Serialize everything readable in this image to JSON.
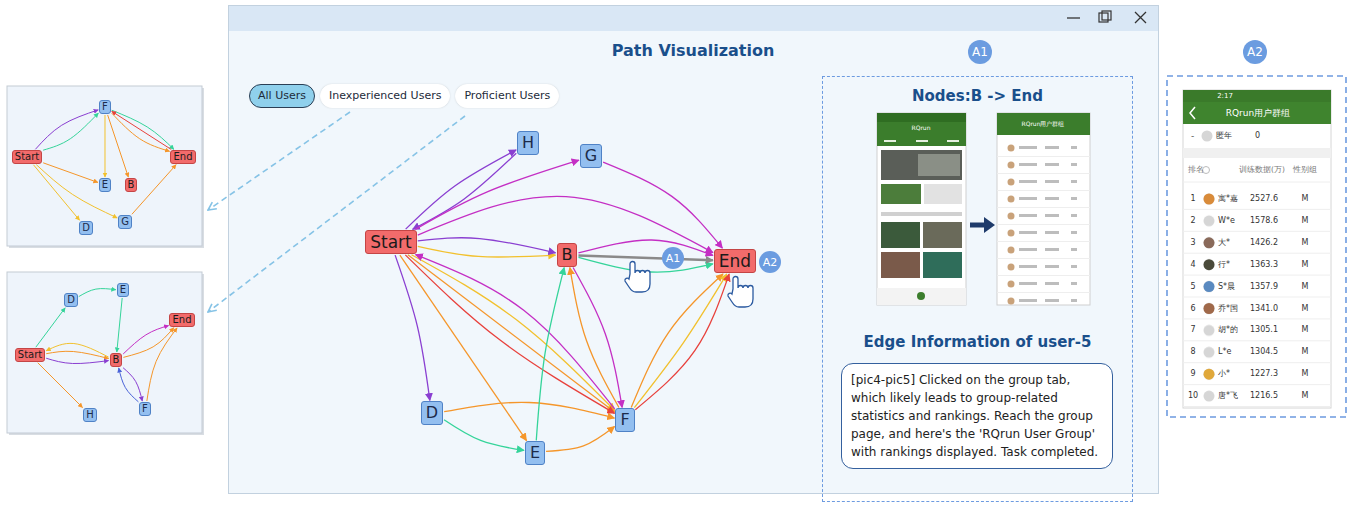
{
  "diagram": {
    "title": "Path Visualization",
    "nodes": [
      {
        "text": [
          "F"
        ]
      },
      {
        "text": [
          "Start"
        ]
      },
      {
        "text": [
          "End"
        ]
      },
      {
        "text": [
          "E"
        ]
      },
      {
        "text": [
          "B"
        ]
      },
      {
        "text": [
          "G"
        ]
      },
      {
        "text": [
          "D"
        ]
      },
      {
        "text": [
          "D"
        ]
      },
      {
        "text": [
          "E"
        ]
      },
      {
        "text": [
          "End"
        ]
      },
      {
        "text": [
          "Start"
        ]
      },
      {
        "text": [
          "B"
        ]
      },
      {
        "text": [
          "F"
        ]
      },
      {
        "text": [
          "H"
        ]
      },
      {
        "text": [
          "All Users"
        ]
      },
      {
        "text": [
          "Inexperienced Users"
        ]
      },
      {
        "text": [
          "Proficient Users"
        ]
      },
      {
        "text": [
          "H"
        ]
      },
      {
        "text": [
          "G"
        ]
      },
      {
        "text": [
          "Start"
        ]
      },
      {
        "text": [
          "B"
        ]
      },
      {
        "text": [
          "End"
        ]
      },
      {
        "text": [
          "D"
        ]
      },
      {
        "text": [
          "F"
        ]
      },
      {
        "text": [
          "E"
        ]
      },
      {
        "text": [
          "A1"
        ]
      },
      {
        "text": [
          "A2"
        ]
      },
      {
        "text": [
          "A1"
        ]
      },
      {
        "text": [
          "A2"
        ]
      },
      {
        "text": [
          "Nodes:B -> End",
          "Edge Information of user-5"
        ]
      },
      {
        "text": [
          "[pic4-pic5] Clicked on the group tab, which likely leads to group-related statistics and rankings. Reach the group page, and here's the 'RQrun User Group' with rankings displayed. Task completed."
        ],
        "in": 29
      }
    ],
    "edges": [
      {
        "from": 1,
        "to": 0,
        "arrow": "to"
      },
      {
        "from": 1,
        "to": 0,
        "arrow": "to"
      },
      {
        "from": 0,
        "to": 2,
        "arrow": "to"
      },
      {
        "from": 0,
        "to": 2,
        "arrow": "to"
      },
      {
        "from": 2,
        "to": 0,
        "arrow": "to"
      },
      {
        "from": 1,
        "to": 3,
        "arrow": "to"
      },
      {
        "from": 1,
        "to": 6,
        "arrow": "to"
      },
      {
        "from": 1,
        "to": 5,
        "arrow": "to"
      },
      {
        "from": 5,
        "to": 2,
        "arrow": "to"
      },
      {
        "from": 0,
        "to": 4,
        "arrow": "to"
      },
      {
        "from": 0,
        "to": 3,
        "arrow": "to"
      },
      {
        "from": 10,
        "to": 7,
        "arrow": "to"
      },
      {
        "from": 7,
        "to": 8,
        "arrow": "to"
      },
      {
        "from": 8,
        "to": 11,
        "arrow": "to"
      },
      {
        "from": 10,
        "to": 11,
        "arrow": "to"
      },
      {
        "from": 10,
        "to": 11,
        "arrow": "to"
      },
      {
        "from": 11,
        "to": 9,
        "arrow": "to"
      },
      {
        "from": 11,
        "to": 9,
        "arrow": "to"
      },
      {
        "from": 11,
        "to": 12,
        "arrow": "to"
      },
      {
        "from": 12,
        "to": 11,
        "arrow": "to"
      },
      {
        "from": 10,
        "to": 13,
        "arrow": "to"
      },
      {
        "from": 12,
        "to": 9,
        "arrow": "to"
      },
      {
        "from": 11,
        "to": 10,
        "arrow": "to"
      },
      {
        "from": 19,
        "to": 17,
        "arrow": "to"
      },
      {
        "from": 17,
        "to": 19,
        "arrow": "to"
      },
      {
        "from": 19,
        "to": 18,
        "arrow": "to"
      },
      {
        "from": 18,
        "to": 21,
        "arrow": "to"
      },
      {
        "from": 19,
        "to": 21,
        "arrow": "to"
      },
      {
        "from": 19,
        "to": 20,
        "arrow": "to"
      },
      {
        "from": 19,
        "to": 20,
        "arrow": "to"
      },
      {
        "from": 20,
        "to": 21,
        "arrow": "to"
      },
      {
        "from": 20,
        "to": 21,
        "arrow": "to"
      },
      {
        "from": 20,
        "to": 21,
        "arrow": "to"
      },
      {
        "from": 19,
        "to": 22,
        "arrow": "to"
      },
      {
        "from": 22,
        "to": 24,
        "arrow": "to"
      },
      {
        "from": 22,
        "to": 23,
        "arrow": "to"
      },
      {
        "from": 19,
        "to": 24,
        "arrow": "to"
      },
      {
        "from": 19,
        "to": 23,
        "arrow": "to"
      },
      {
        "from": 19,
        "to": 23,
        "arrow": "to"
      },
      {
        "from": 19,
        "to": 23,
        "arrow": "to"
      },
      {
        "from": 23,
        "to": 19,
        "arrow": "to"
      },
      {
        "from": 24,
        "to": 20,
        "arrow": "to"
      },
      {
        "from": 24,
        "to": 23,
        "arrow": "to"
      },
      {
        "from": 23,
        "to": 20,
        "arrow": "to"
      },
      {
        "from": 20,
        "to": 23,
        "arrow": "to"
      },
      {
        "from": 23,
        "to": 21,
        "arrow": "to"
      },
      {
        "from": 23,
        "to": 21,
        "arrow": "to"
      },
      {
        "from": 23,
        "to": 21,
        "arrow": "to"
      }
    ],
    "labels": [
      "RQrun",
      "RQrun用户群组",
      "2:17",
      "RQrun用户群组",
      "-",
      "匿年",
      "0",
      "排名",
      "训练数据(万)",
      "性别组",
      "1",
      "寓*嘉",
      "2527.6",
      "M",
      "2",
      "W*e",
      "1578.6",
      "M",
      "3",
      "大*",
      "1426.2",
      "M",
      "4",
      "行*",
      "1363.3",
      "M",
      "5",
      "S*晨",
      "1357.9",
      "M",
      "6",
      "乔*国",
      "1341.0",
      "M",
      "7",
      "胡*的",
      "1305.1",
      "M",
      "8",
      "L*e",
      "1304.5",
      "M",
      "9",
      "小*",
      "1227.3",
      "M",
      "10",
      "唐*飞",
      "1216.5",
      "M"
    ]
  }
}
